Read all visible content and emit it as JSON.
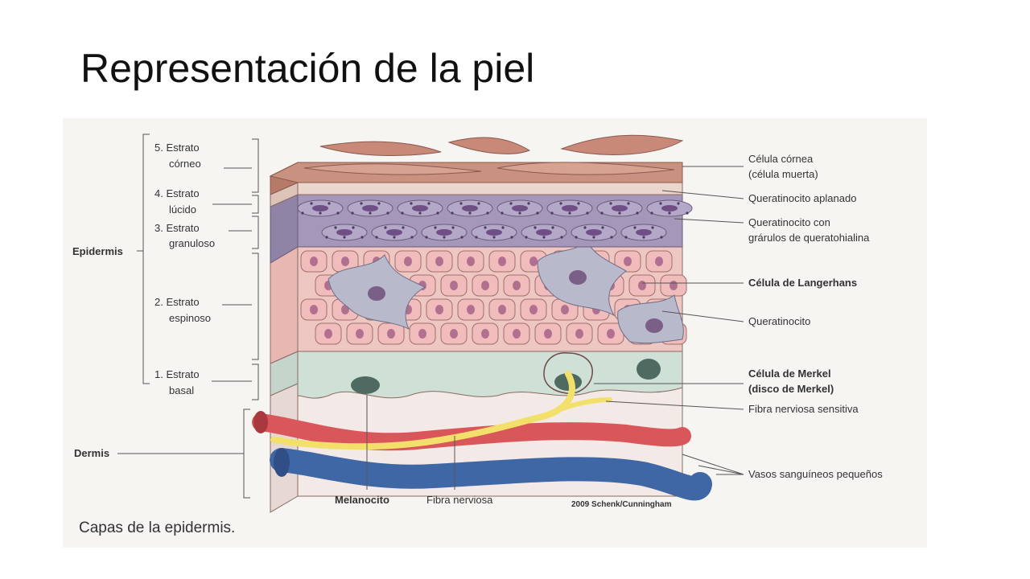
{
  "title": "Representación de la piel",
  "figure": {
    "caption": "Capas de la epidermis.",
    "credit": "2009 Schenk/Cunningham",
    "left_labels": {
      "epidermis": "Epidermis",
      "dermis": "Dermis",
      "strata": [
        {
          "line1": "5. Estrato",
          "line2": "córneo"
        },
        {
          "line1": "4. Estrato",
          "line2": "lúcido"
        },
        {
          "line1": "3. Estrato",
          "line2": "granuloso"
        },
        {
          "line1": "2. Estrato",
          "line2": "espinoso"
        },
        {
          "line1": "1. Estrato",
          "line2": "basal"
        }
      ]
    },
    "right_labels": [
      {
        "line1": "Célula córnea",
        "line2": "(célula muerta)",
        "bold": false
      },
      {
        "line1": "Queratinocito aplanado",
        "line2": "",
        "bold": false
      },
      {
        "line1": "Queratinocito con",
        "line2": "grárulos de queratohialina",
        "bold": false
      },
      {
        "line1": "Célula de Langerhans",
        "line2": "",
        "bold": true
      },
      {
        "line1": "Queratinocito",
        "line2": "",
        "bold": false
      },
      {
        "line1": "Célula de Merkel",
        "line2": "(disco de Merkel)",
        "bold": true
      },
      {
        "line1": "Fibra nerviosa sensitiva",
        "line2": "",
        "bold": false
      },
      {
        "line1": "Vasos sanguíneos pequeños",
        "line2": "",
        "bold": false
      }
    ],
    "bottom_labels": {
      "melanocito": "Melanocito",
      "fibra": "Fibra nerviosa"
    },
    "colors": {
      "corneum": "#c9917f",
      "lucidum": "#e8d2c8",
      "granulosum": "#9d8fb2",
      "spinosum_cell": "#f0bcbc",
      "nucleus": "#b27090",
      "langerhans": "#b9b9cc",
      "basal_bg": "#cfe0d6",
      "merkel_nucleus": "#4f6b61",
      "dermis": "#f3e9e6",
      "artery": "#d9575a",
      "vein": "#3f67a6",
      "nerve": "#f2e06a"
    }
  }
}
